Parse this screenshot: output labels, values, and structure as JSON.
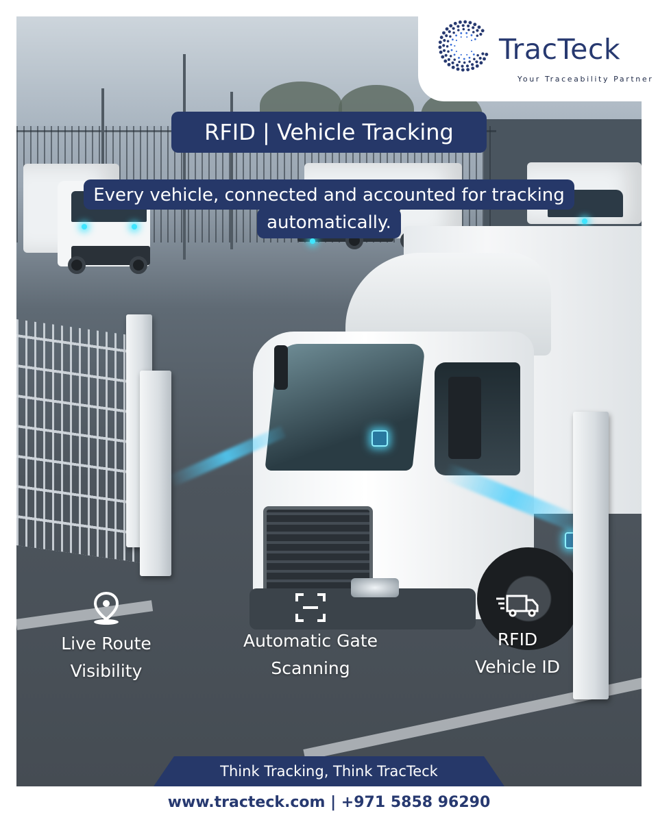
{
  "brand": {
    "name": "TracTeck",
    "tagline": "Your Traceability Partner",
    "color": "#263869"
  },
  "headline": "RFID | Vehicle Tracking",
  "subheadline": {
    "line1": "Every vehicle, connected and accounted for tracking",
    "line2": "automatically."
  },
  "features": [
    {
      "icon": "location-pin-icon",
      "line1": "Live Route",
      "line2": "Visibility"
    },
    {
      "icon": "scan-frame-icon",
      "line1": "Automatic Gate",
      "line2": "Scanning"
    },
    {
      "icon": "delivery-truck-icon",
      "line1": "RFID",
      "line2": "Vehicle ID"
    }
  ],
  "footer": {
    "slogan": "Think Tracking, Think TracTeck",
    "contact": "www.tracteck.com | +971 5858 96290"
  }
}
